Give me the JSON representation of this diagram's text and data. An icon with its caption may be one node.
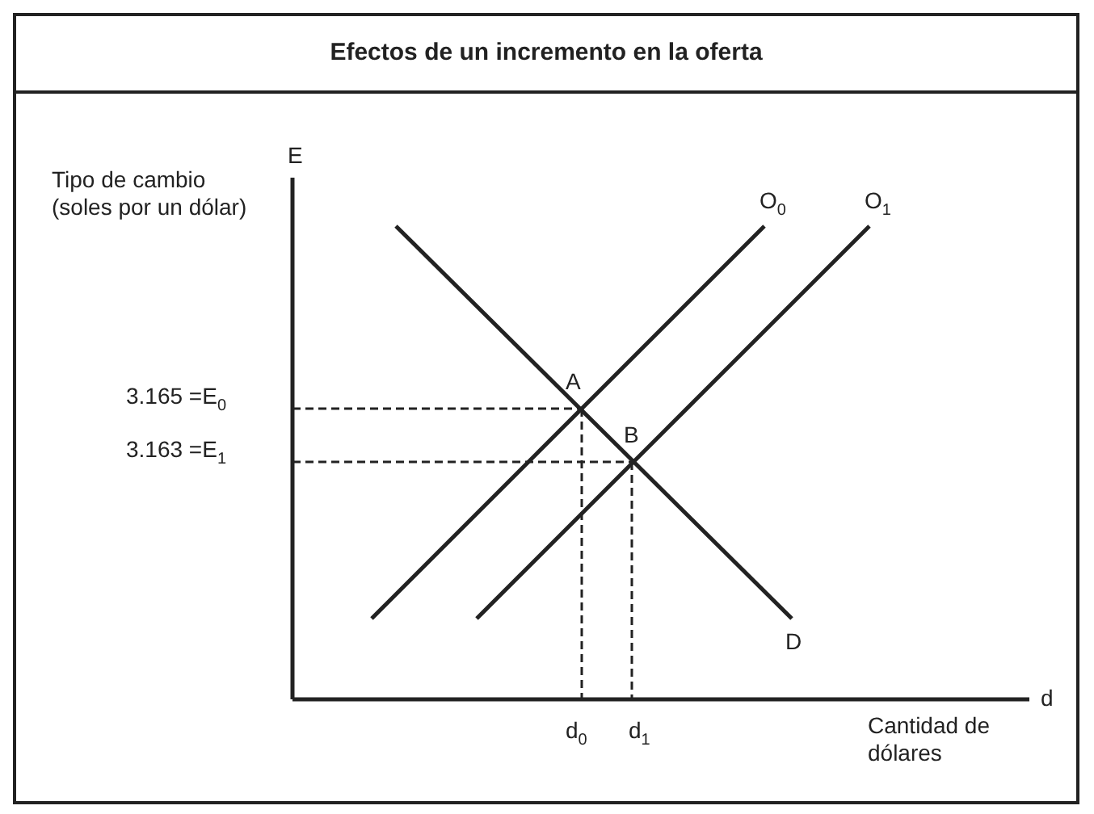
{
  "diagram": {
    "title": "Efectos de un incremento en la oferta",
    "labels": [
      "E",
      "Tipo de cambio (soles por un dólar)",
      "O$_{0}$",
      "O$_{1}$",
      "3.165 =E$_{0}$",
      "A",
      "B",
      "3.163 =E$_{1}$",
      "D",
      "d",
      "d$_{0}$",
      "d$_{1}$",
      "Cantidad de dólares"
    ]
  }
}
